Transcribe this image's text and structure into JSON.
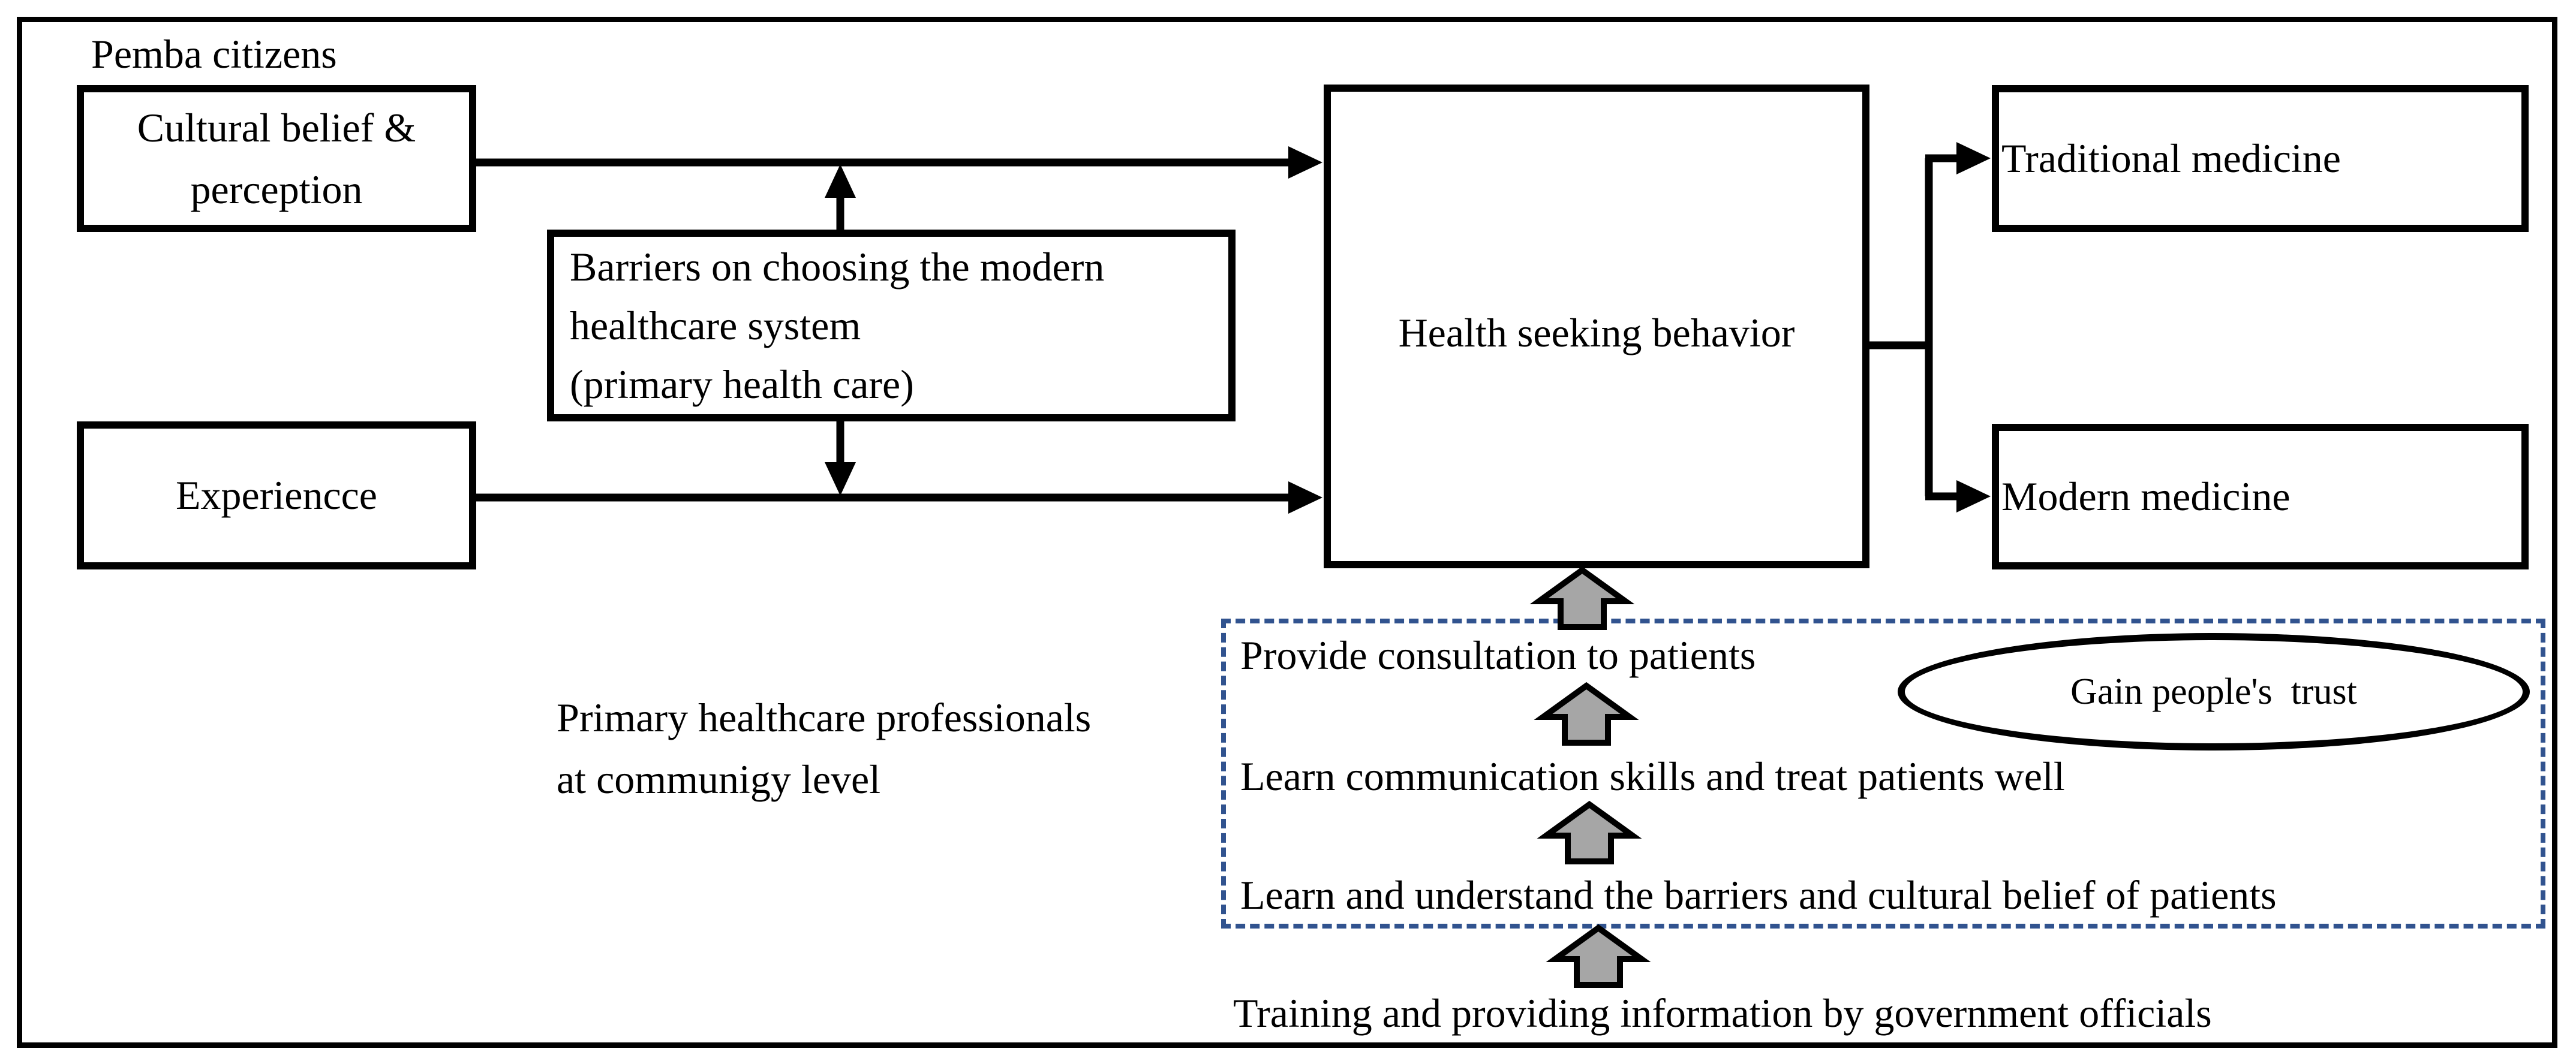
{
  "frame_label": "Pemba citizens",
  "boxes": {
    "cultural": {
      "line1": "Cultural belief &",
      "line2": "perception"
    },
    "barriers": {
      "line1": "Barriers on choosing the modern",
      "line2": "healthcare system",
      "line3": "(primary health care)"
    },
    "experience": {
      "label": "Experiencce"
    },
    "health": {
      "label": "Health seeking behavior"
    },
    "traditional": {
      "label": "Traditional medicine"
    },
    "modern": {
      "label": "Modern medicine"
    }
  },
  "professional_note": {
    "line1": "Primary healthcare professionals",
    "line2": "at communigy level"
  },
  "steps": {
    "top": "Provide consultation to patients",
    "middle": "Learn communication skills and treat patients well",
    "bottom": "Learn and understand the barriers and cultural belief of patients"
  },
  "ellipse_label": "Gain people's  trust",
  "bottom_label": "Training and providing information by government officials",
  "colors": {
    "dashed_border": "#31538F",
    "arrow_fill": "#A6A6A6",
    "line": "#000000"
  }
}
